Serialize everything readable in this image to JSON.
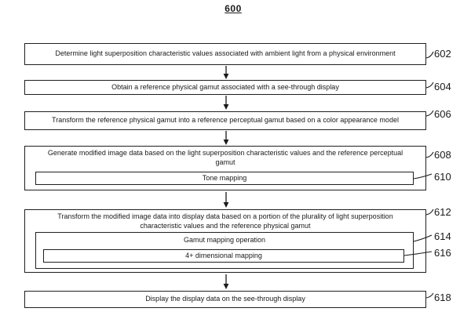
{
  "figure": {
    "number": "600"
  },
  "colors": {
    "ink": "#1a1a1a",
    "background": "#ffffff"
  },
  "boxes": {
    "b602": {
      "text": "Determine light superposition characteristic values associated with ambient light from a physical environment",
      "ref": "602"
    },
    "b604": {
      "text": "Obtain a reference physical gamut associated with a see-through display",
      "ref": "604"
    },
    "b606": {
      "text": "Transform the reference physical gamut into a reference perceptual gamut based on a color appearance model",
      "ref": "606"
    },
    "b608": {
      "text": "Generate modified image data based on the light superposition characteristic values and the reference perceptual\ngamut",
      "ref": "608"
    },
    "b610": {
      "text": "Tone mapping",
      "ref": "610"
    },
    "b612": {
      "text": "Transform the modified image data into display data based on a portion of the plurality of light superposition\ncharacteristic values and the reference physical gamut",
      "ref": "612"
    },
    "b614": {
      "text": "Gamut mapping operation",
      "ref": "614"
    },
    "b616": {
      "text": "4+ dimensional mapping",
      "ref": "616"
    },
    "b618": {
      "text": "Display the display data on the see-through display",
      "ref": "618"
    }
  }
}
